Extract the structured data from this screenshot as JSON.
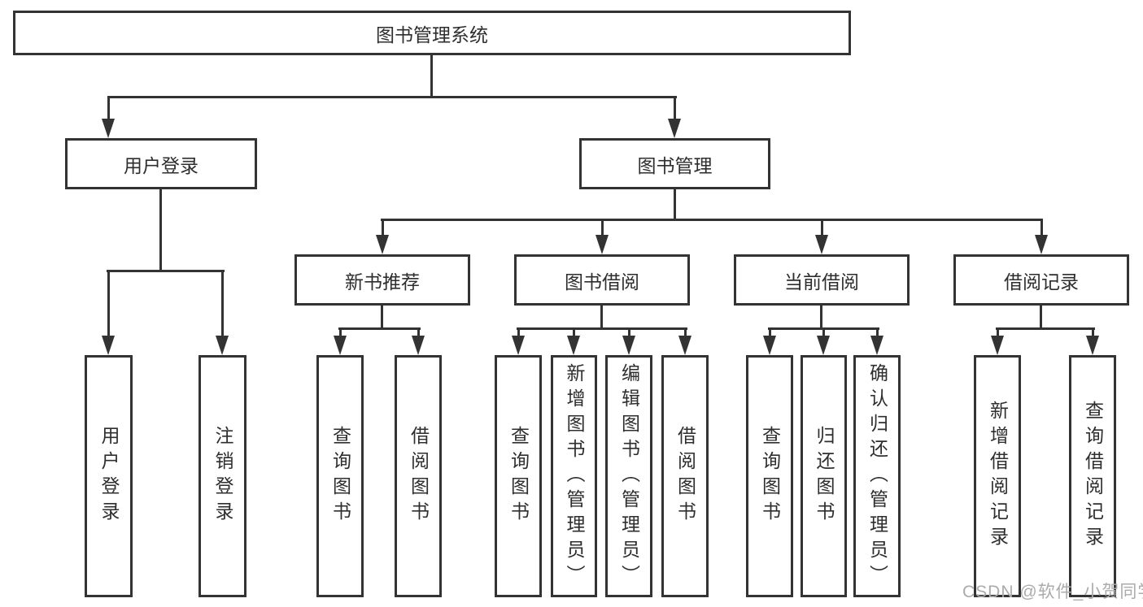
{
  "colors": {
    "line": "#333333",
    "text": "#2e2e2e",
    "background": "#ffffff",
    "watermark": "#ababab"
  },
  "watermark": {
    "text": "CSDN @软件_小贺同学"
  },
  "tree": {
    "root": {
      "label": "图书管理系统",
      "children": [
        {
          "label": "用户登录",
          "children": [
            {
              "label": "用户登录"
            },
            {
              "label": "注销登录"
            }
          ]
        },
        {
          "label": "图书管理",
          "children": [
            {
              "label": "新书推荐",
              "children": [
                {
                  "label": "查询图书"
                },
                {
                  "label": "借阅图书"
                }
              ]
            },
            {
              "label": "图书借阅",
              "children": [
                {
                  "label": "查询图书"
                },
                {
                  "label": "新增图书（管理员）"
                },
                {
                  "label": "编辑图书（管理员）"
                },
                {
                  "label": "借阅图书"
                }
              ]
            },
            {
              "label": "当前借阅",
              "children": [
                {
                  "label": "查询图书"
                },
                {
                  "label": "归还图书"
                },
                {
                  "label": "确认归还（管理员）"
                }
              ]
            },
            {
              "label": "借阅记录",
              "children": [
                {
                  "label": "新增借阅记录"
                },
                {
                  "label": "查询借阅记录"
                }
              ]
            }
          ]
        }
      ]
    }
  }
}
